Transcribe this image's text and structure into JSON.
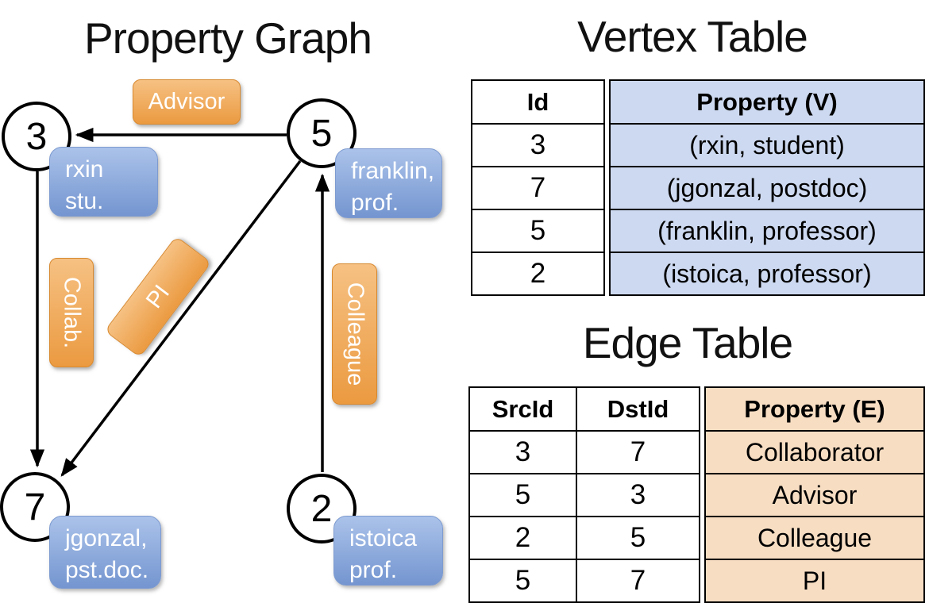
{
  "titles": {
    "graph": "Property Graph",
    "vertex": "Vertex Table",
    "edge": "Edge Table"
  },
  "graph": {
    "nodes": [
      {
        "id": "3"
      },
      {
        "id": "5"
      },
      {
        "id": "7"
      },
      {
        "id": "2"
      }
    ],
    "vertex_labels": [
      {
        "line1": "rxin",
        "line2": "stu."
      },
      {
        "line1": "franklin,",
        "line2": "prof."
      },
      {
        "line1": "jgonzal,",
        "line2": "pst.doc."
      },
      {
        "line1": "istoica",
        "line2": "prof."
      }
    ],
    "edge_labels": {
      "advisor": "Advisor",
      "collab": "Collab.",
      "pi": "PI",
      "colleague": "Colleague"
    }
  },
  "vertex_table": {
    "headers": {
      "id": "Id",
      "property": "Property (V)"
    },
    "rows": [
      {
        "id": "3",
        "property": "(rxin, student)"
      },
      {
        "id": "7",
        "property": "(jgonzal, postdoc)"
      },
      {
        "id": "5",
        "property": "(franklin, professor)"
      },
      {
        "id": "2",
        "property": "(istoica, professor)"
      }
    ]
  },
  "edge_table": {
    "headers": {
      "src": "SrcId",
      "dst": "DstId",
      "property": "Property (E)"
    },
    "rows": [
      {
        "src": "3",
        "dst": "7",
        "property": "Collaborator"
      },
      {
        "src": "5",
        "dst": "3",
        "property": "Advisor"
      },
      {
        "src": "2",
        "dst": "5",
        "property": "Colleague"
      },
      {
        "src": "5",
        "dst": "7",
        "property": "PI"
      }
    ]
  },
  "colors": {
    "edge_label_fill": "#eda04e",
    "vertex_label_fill": "#8fabdd",
    "vertex_property_bg": "#cdd9f0",
    "edge_property_bg": "#f7ddc2",
    "line": "#000000"
  }
}
